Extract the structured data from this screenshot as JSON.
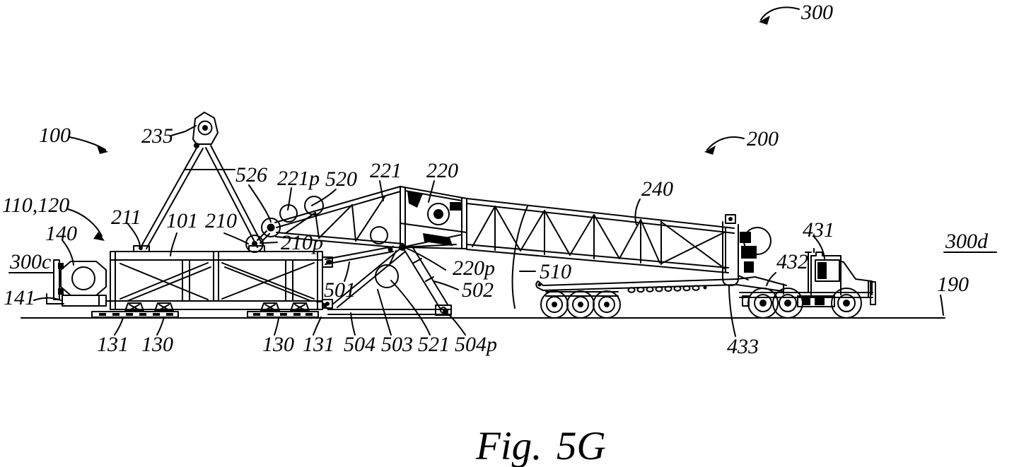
{
  "figure": {
    "caption_fig": "Fig.",
    "caption_number": "5G"
  },
  "labels": {
    "ref_300": "300",
    "ref_100": "100",
    "ref_235": "235",
    "ref_200": "200",
    "ref_526": "526",
    "ref_221p": "221p",
    "ref_520": "520",
    "ref_221": "221",
    "ref_220": "220",
    "ref_240": "240",
    "ref_110_120": "110,120",
    "ref_140": "140",
    "ref_211": "211",
    "ref_101": "101",
    "ref_210": "210",
    "ref_210p": "210p",
    "ref_300c": "300c",
    "ref_141": "141",
    "ref_220p": "220p",
    "ref_510": "510",
    "ref_502": "502",
    "ref_501": "501",
    "ref_131_left": "131",
    "ref_130_left": "130",
    "ref_130_right": "130",
    "ref_131_right": "131",
    "ref_504": "504",
    "ref_503": "503",
    "ref_521": "521",
    "ref_504p": "504p",
    "ref_431": "431",
    "ref_432": "432",
    "ref_433": "433",
    "ref_300d": "300d",
    "ref_190": "190"
  },
  "colors": {
    "ink": "#000000",
    "paper": "#ffffff"
  }
}
